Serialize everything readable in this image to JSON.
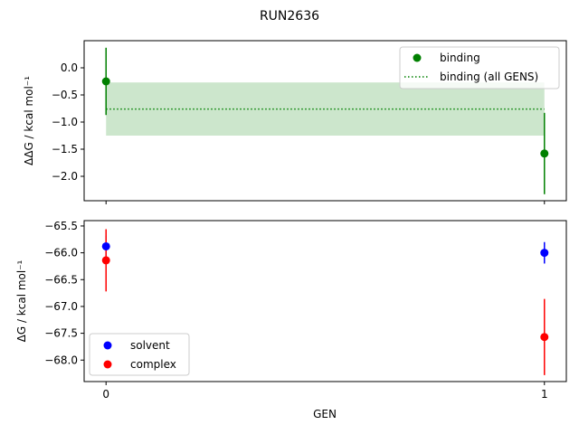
{
  "title": "RUN2636",
  "chart_data": [
    {
      "type": "scatter",
      "ylabel": "ΔΔG / kcal mol⁻¹",
      "xlim": [
        -0.05,
        1.05
      ],
      "ylim": [
        -2.45,
        0.5
      ],
      "yticks": [
        "0.0",
        "−0.5",
        "−1.0",
        "−1.5",
        "−2.0"
      ],
      "ytick_values": [
        0.0,
        -0.5,
        -1.0,
        -1.5,
        -2.0
      ],
      "xticks": [
        0,
        1
      ],
      "legend": "top-right",
      "color": "#008000",
      "series": [
        {
          "name": "binding",
          "x": [
            0,
            1
          ],
          "y": [
            -0.25,
            -1.58
          ],
          "err": [
            0.62,
            0.75
          ]
        }
      ],
      "mean": {
        "name": "binding (all GENS)",
        "value": -0.76,
        "band": [
          -1.25,
          -0.27
        ]
      }
    },
    {
      "type": "scatter",
      "xlabel": "GEN",
      "ylabel": "ΔG / kcal mol⁻¹",
      "xlim": [
        -0.05,
        1.05
      ],
      "ylim": [
        -68.4,
        -65.4
      ],
      "yticks": [
        "−65.5",
        "−66.0",
        "−66.5",
        "−67.0",
        "−67.5",
        "−68.0"
      ],
      "ytick_values": [
        -65.5,
        -66.0,
        -66.5,
        -67.0,
        -67.5,
        -68.0
      ],
      "xticks": [
        "0",
        "1"
      ],
      "legend": "bottom-left",
      "series": [
        {
          "name": "solvent",
          "color": "#0000ff",
          "x": [
            0,
            1
          ],
          "y": [
            -65.88,
            -66.0
          ],
          "err": [
            0.2,
            0.2
          ]
        },
        {
          "name": "complex",
          "color": "#ff0000",
          "x": [
            0,
            1
          ],
          "y": [
            -66.14,
            -67.57
          ],
          "err": [
            0.58,
            0.71
          ]
        }
      ]
    }
  ]
}
